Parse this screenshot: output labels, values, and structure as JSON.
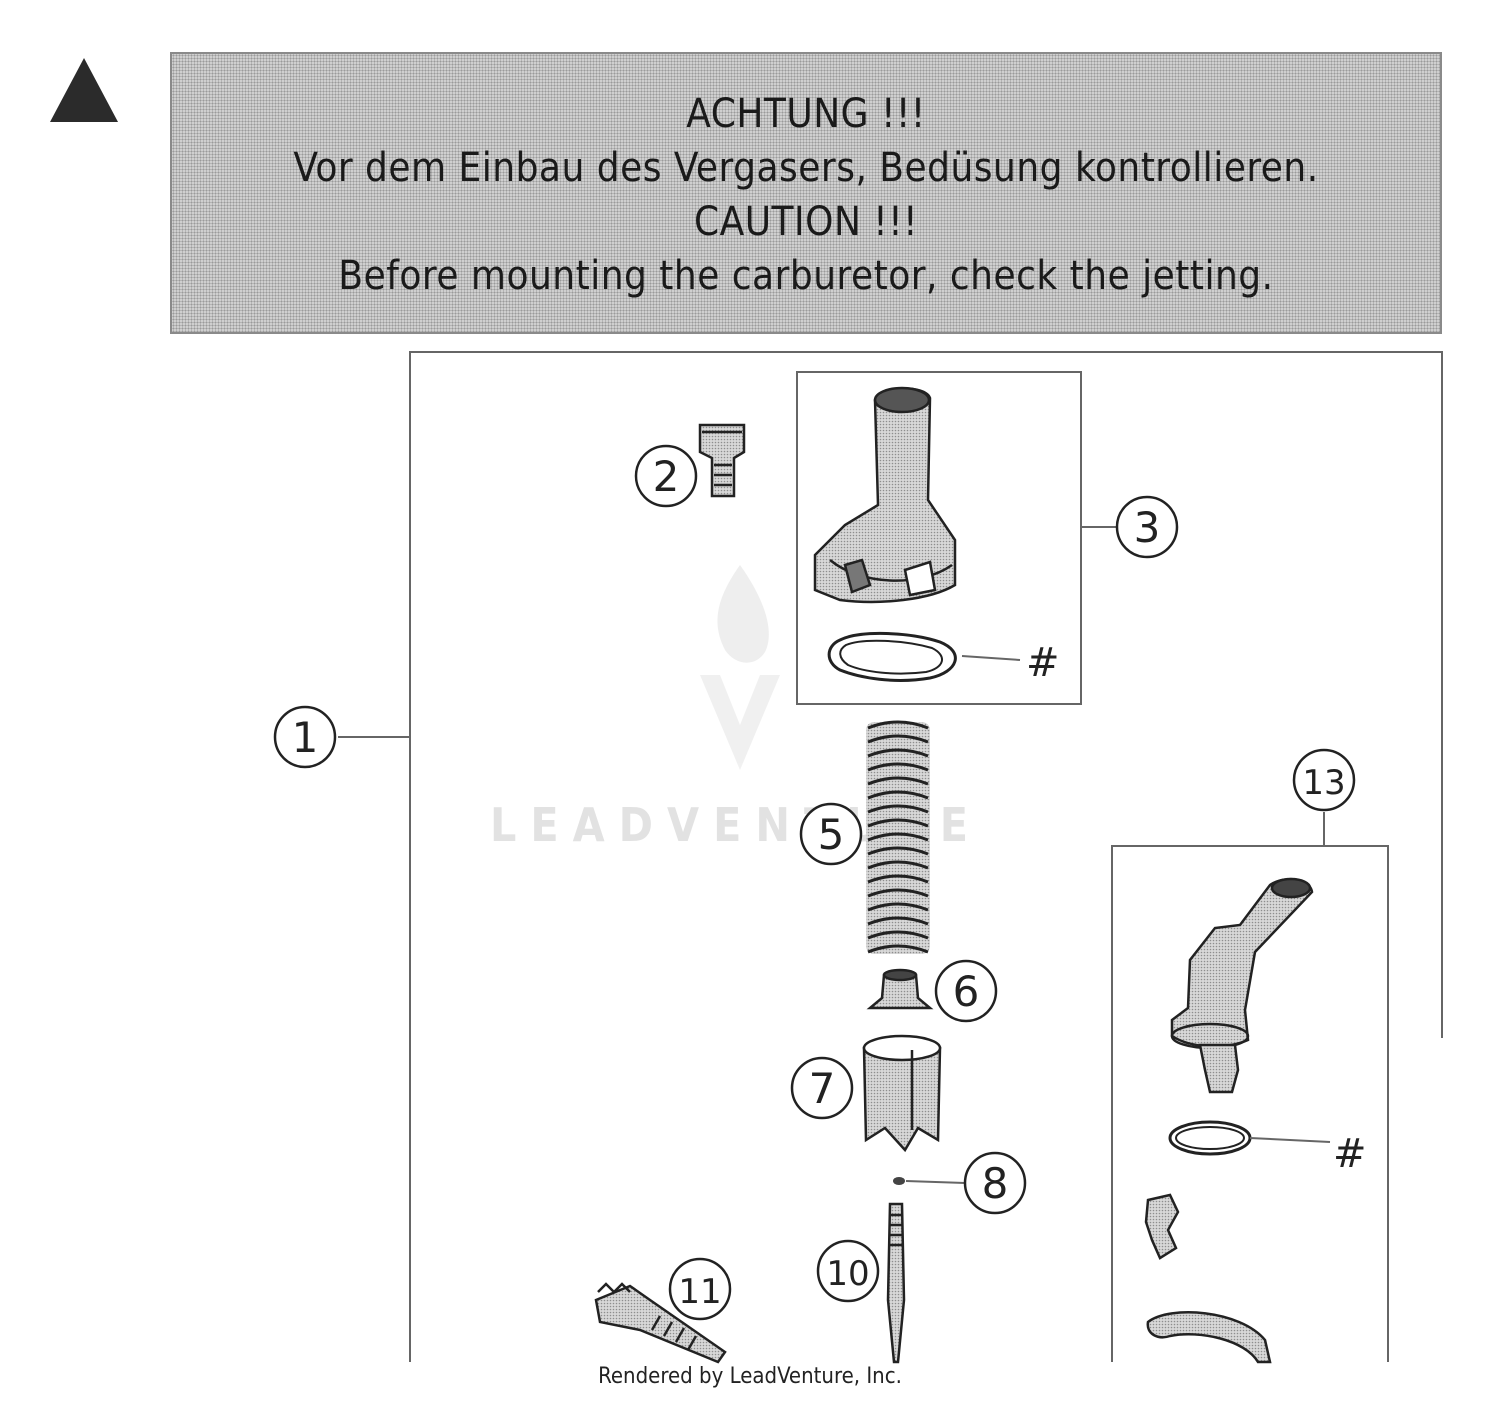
{
  "banner": {
    "line1": "ACHTUNG !!!",
    "line2": "Vor dem Einbau des Vergasers, Bedüsung kontrollieren.",
    "line3": "CAUTION !!!",
    "line4": "Before mounting the carburetor, check the jetting."
  },
  "callouts": {
    "c1": "1",
    "c2": "2",
    "c3": "3",
    "c5": "5",
    "c6": "6",
    "c7": "7",
    "c8": "8",
    "c10": "10",
    "c11": "11",
    "c13": "13",
    "hash_a": "#",
    "hash_b": "#"
  },
  "watermark": "LEADVENTURE",
  "footer": "Rendered by LeadVenture, Inc.",
  "colors": {
    "banner_bg": "#cfcfcf",
    "line": "#555555",
    "part": "#2a2a2a"
  }
}
